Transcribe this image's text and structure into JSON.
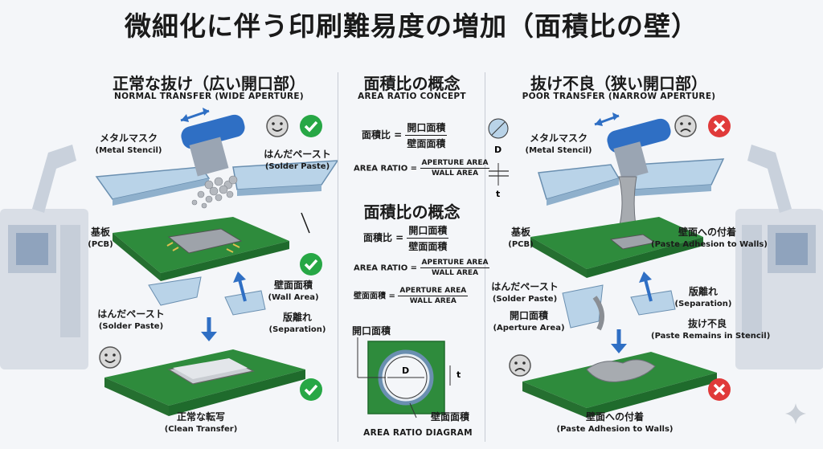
{
  "title": "微細化に伴う印刷難易度の増加（面積比の壁）",
  "left": {
    "heading_jp": "正常な抜け（広い開口部）",
    "heading_en": "NORMAL TRANSFER (WIDE APERTURE)",
    "stencil_jp": "メタルマスク",
    "stencil_en": "(Metal Stencil)",
    "paste_top_jp": "はんだペースト",
    "paste_top_en": "(Solder Paste)",
    "pcb_jp": "基板",
    "pcb_en": "(PCB)",
    "wall_jp": "壁面面積",
    "wall_en": "(Wall Area)",
    "paste_bottom_jp": "はんだペースト",
    "paste_bottom_en": "(Solder Paste)",
    "separation_jp": "版離れ",
    "separation_en": "(Separation)",
    "result_jp": "正常な転写",
    "result_en": "(Clean Transfer)"
  },
  "middle": {
    "heading1_jp": "面積比の概念",
    "heading1_en": "AREA RATIO CONCEPT",
    "ratio_jp": "面積比 =",
    "aperture_jp": "開口面積",
    "wall_area_jp": "壁面面積",
    "ratio_en": "AREA RATIO =",
    "aperture_en": "APERTURE AREA",
    "wall_en": "WALL AREA",
    "d_label": "D",
    "t_label": "t",
    "heading2_jp": "面積比の概念",
    "wall_eq_jp": "壁面面積 =",
    "diagram_aperture_jp": "開口面積",
    "diagram_wall_jp": "壁面面積",
    "diagram_caption": "AREA RATIO DIAGRAM"
  },
  "right": {
    "heading_jp": "抜け不良（狭い開口部）",
    "heading_en": "POOR TRANSFER (NARROW APERTURE)",
    "stencil_jp": "メタルマスク",
    "stencil_en": "(Metal Stencil)",
    "pcb_jp": "基板",
    "pcb_en": "(PCB)",
    "adhesion_jp": "壁面への付着",
    "adhesion_en": "(Paste Adhesion to Walls)",
    "paste_jp": "はんだペースト",
    "paste_en": "(Solder Paste)",
    "separation_jp": "版離れ",
    "separation_en": "(Separation)",
    "aperture_jp": "開口面積",
    "aperture_en": "(Aperture Area)",
    "remains_jp": "抜け不良",
    "remains_en": "(Paste Remains in Stencil)",
    "result_jp": "壁面への付着",
    "result_en": "(Paste Adhesion to  Walls)"
  },
  "colors": {
    "pcb": "#2e8b3c",
    "pcb_dark": "#1f6b2c",
    "stencil": "#b9d3e8",
    "squeegee": "#2f6fc4",
    "check": "#27a745",
    "cross": "#e03a3a"
  },
  "icons": [
    "happy-face-icon",
    "sad-face-icon",
    "check-icon",
    "cross-icon",
    "arrow-down-icon",
    "sparkle-icon"
  ]
}
